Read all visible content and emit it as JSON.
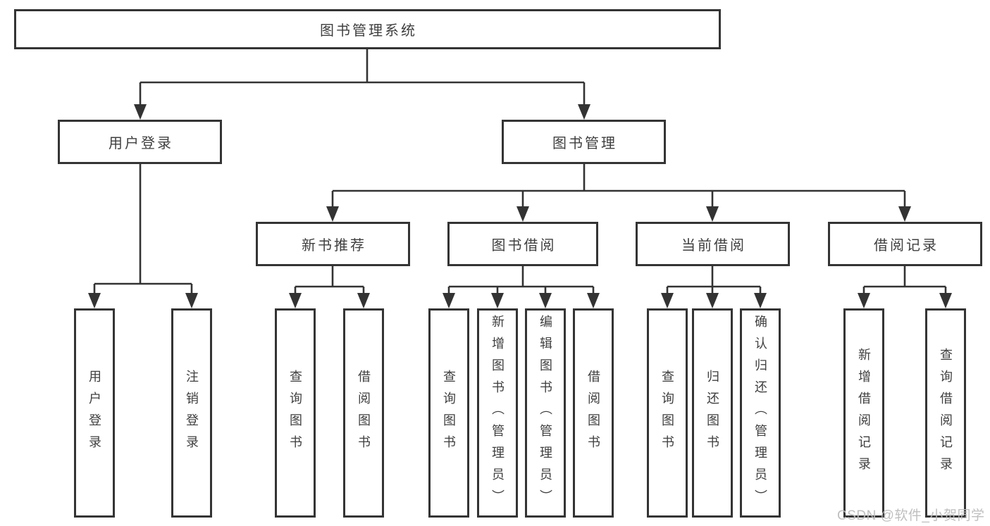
{
  "diagram": {
    "root": {
      "label": "图书管理系统"
    },
    "branches": [
      {
        "label": "用户登录",
        "children": [
          {
            "label": "用户登录"
          },
          {
            "label": "注销登录"
          }
        ]
      },
      {
        "label": "图书管理",
        "children": [
          {
            "label": "新书推荐",
            "children": [
              {
                "label": "查询图书"
              },
              {
                "label": "借阅图书"
              }
            ]
          },
          {
            "label": "图书借阅",
            "children": [
              {
                "label": "查询图书"
              },
              {
                "label": "新增图书（管理员）"
              },
              {
                "label": "编辑图书（管理员）"
              },
              {
                "label": "借阅图书"
              }
            ]
          },
          {
            "label": "当前借阅",
            "children": [
              {
                "label": "查询图书"
              },
              {
                "label": "归还图书"
              },
              {
                "label": "确认归还（管理员）"
              }
            ]
          },
          {
            "label": "借阅记录",
            "children": [
              {
                "label": "新增借阅记录"
              },
              {
                "label": "查询借阅记录"
              }
            ]
          }
        ]
      }
    ]
  },
  "watermark": {
    "text": "CSDN @软件_小贺同学"
  },
  "colors": {
    "background": "#ffffff",
    "line": "#333333",
    "box_border": "#343434",
    "text": "#3f3f3f",
    "watermark": "#bcbcbc"
  }
}
